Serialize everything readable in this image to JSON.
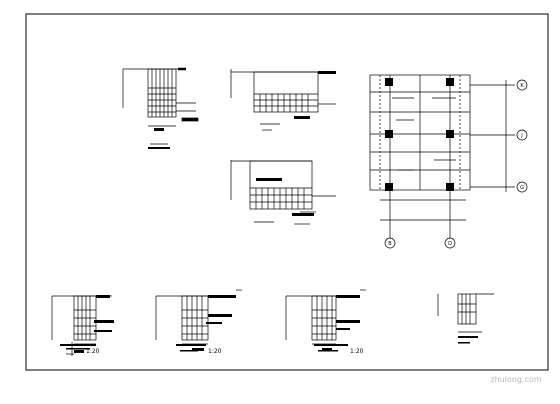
{
  "drawing": {
    "scale_1": "1:20",
    "scale_2": "1:20",
    "scale_3": "1:20",
    "axes": [
      "K",
      "J",
      "G"
    ],
    "axes_bottom": [
      "B",
      "D"
    ],
    "watermark": "zhulong.com"
  },
  "colors": {
    "ink": "#000000",
    "paper": "#ffffff",
    "watermark": "#b9b9b9"
  }
}
